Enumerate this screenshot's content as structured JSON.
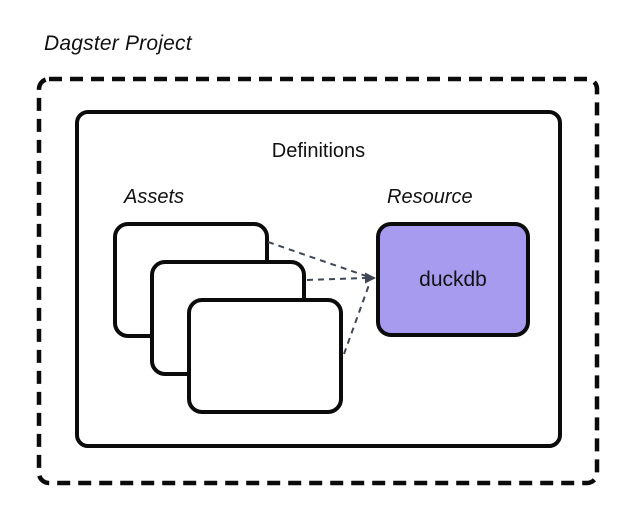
{
  "diagram": {
    "title": "Dagster Project",
    "definitions_label": "Definitions",
    "assets_label": "Assets",
    "resource_label": "Resource",
    "resource_name": "duckdb",
    "asset_card_count": 3,
    "connections": "3 asset cards connect with dashed arrows to duckdb resource",
    "colors": {
      "background": "#ffffff",
      "border": "#0b0b0c",
      "resource_fill": "#a79bf0",
      "connector": "#3f4654"
    }
  }
}
